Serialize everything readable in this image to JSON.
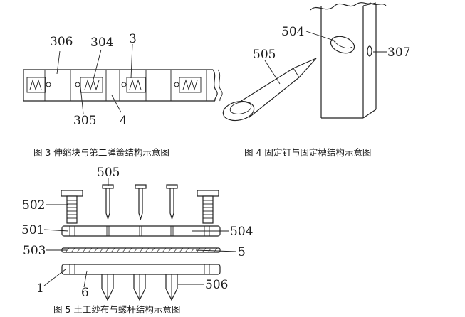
{
  "figure3": {
    "labels": {
      "l306": "306",
      "l304": "304",
      "l3": "3",
      "l305": "305",
      "l4": "4"
    },
    "caption": "图 3  伸缩块与第二弹簧结构示意图"
  },
  "figure4": {
    "labels": {
      "l504": "504",
      "l505": "505",
      "l307": "307"
    },
    "caption": "图 4  固定钉与固定槽结构示意图"
  },
  "figure5": {
    "labels": {
      "l505": "505",
      "l502": "502",
      "l501": "501",
      "l504": "504",
      "l503": "503",
      "l5": "5",
      "l1": "1",
      "l6": "6",
      "l506": "506"
    },
    "caption": "图 5  土工纱布与螺杆结构示意图"
  }
}
